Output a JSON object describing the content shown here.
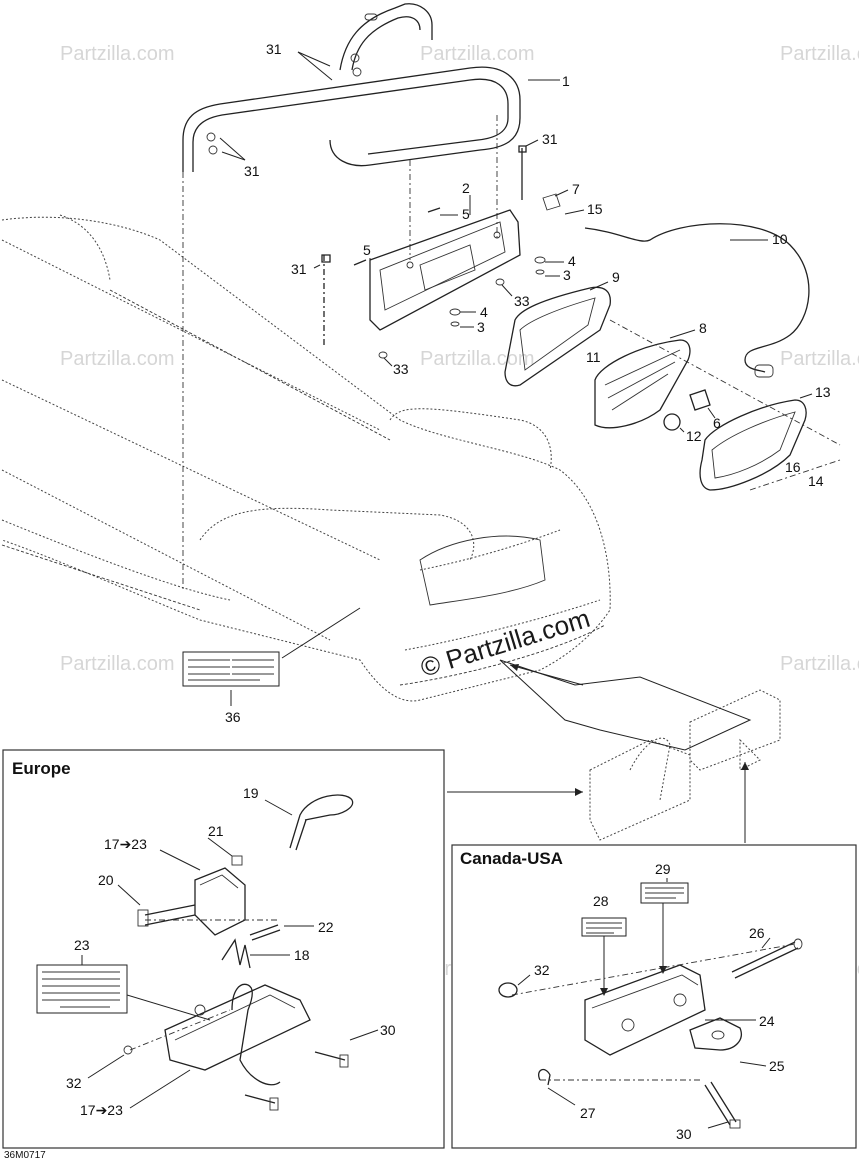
{
  "diagram": {
    "callouts": {
      "c1": "1",
      "c2": "2",
      "c3a": "3",
      "c3b": "3",
      "c4a": "4",
      "c4b": "4",
      "c5a": "5",
      "c5b": "5",
      "c6": "6",
      "c7": "7",
      "c8": "8",
      "c9": "9",
      "c10": "10",
      "c11": "11",
      "c12": "12",
      "c13": "13",
      "c14": "14",
      "c15": "15",
      "c16": "16",
      "c31a": "31",
      "c31b": "31",
      "c31c": "31",
      "c31d": "31",
      "c33a": "33",
      "c33b": "33",
      "c36": "36"
    },
    "europe": {
      "title": "Europe",
      "c17a": "17➔23",
      "c17b": "17➔23",
      "c18": "18",
      "c19": "19",
      "c20": "20",
      "c21": "21",
      "c22": "22",
      "c23": "23",
      "c30": "30",
      "c32": "32"
    },
    "canada_usa": {
      "title": "Canada-USA",
      "c24": "24",
      "c25": "25",
      "c26": "26",
      "c27": "27",
      "c28": "28",
      "c29": "29",
      "c30": "30",
      "c32": "32"
    },
    "watermark": "Partzilla.com",
    "watermark_main": "© Partzilla.com",
    "doc_id": "36M0717"
  }
}
